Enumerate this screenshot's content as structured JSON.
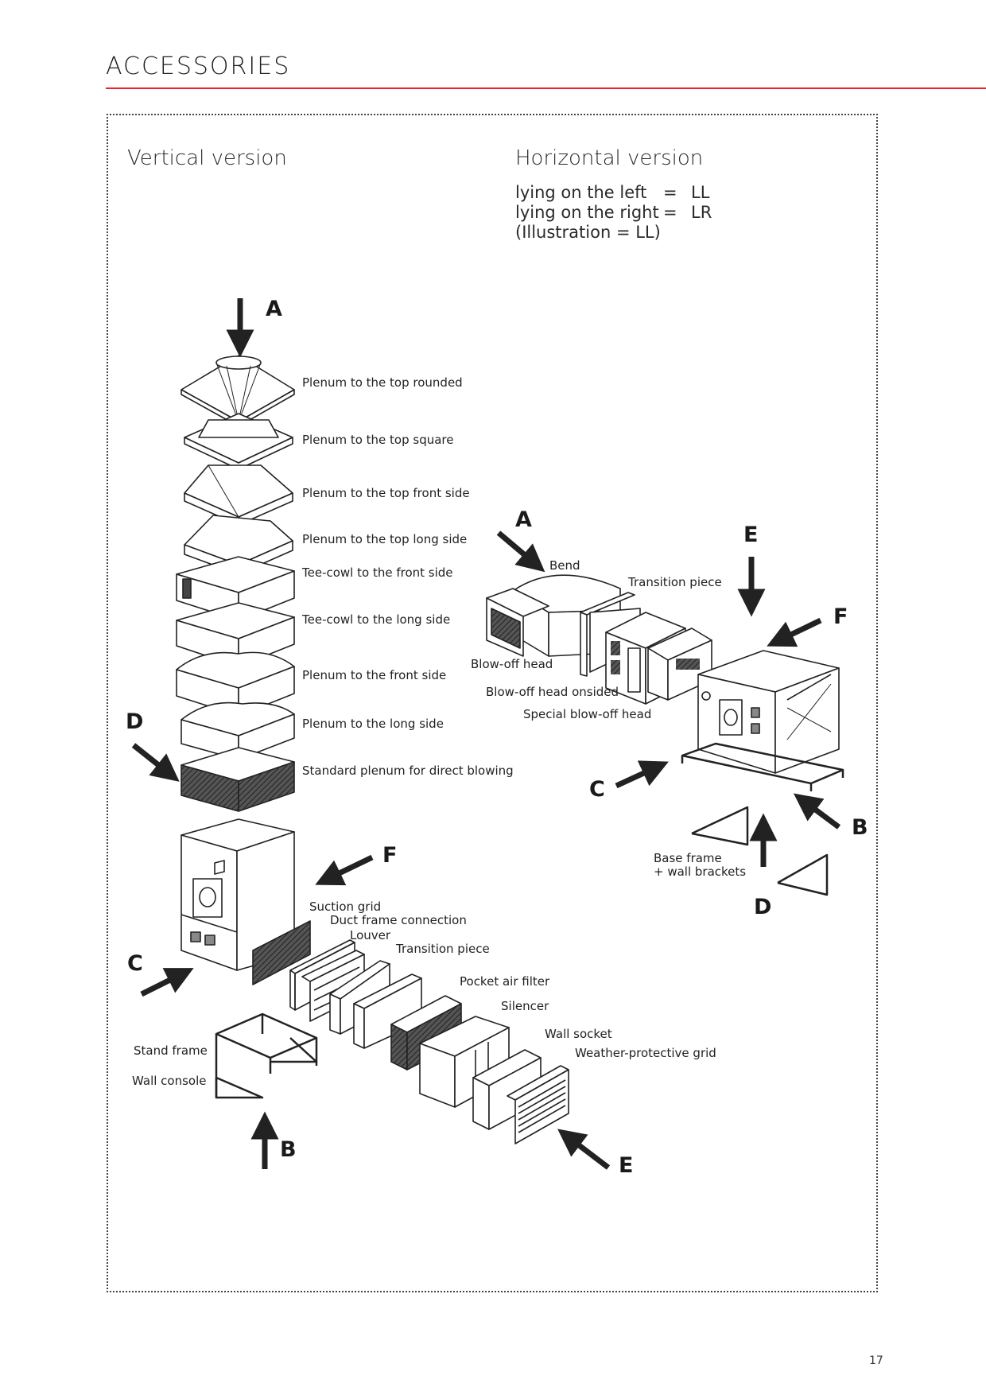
{
  "header": {
    "title": "ACCESSORIES",
    "rule_color": "#e8262a"
  },
  "vertical": {
    "heading": "Vertical version",
    "labels": {
      "plenum_top_rounded": "Plenum to the top rounded",
      "plenum_top_square": "Plenum to the top square",
      "plenum_top_front": "Plenum to the top front side",
      "plenum_top_long": "Plenum to the top long side",
      "tee_cowl_front": "Tee-cowl to the front side",
      "tee_cowl_long": "Tee-cowl to the long side",
      "plenum_front": "Plenum to the front side",
      "plenum_long": "Plenum to the long side",
      "standard_plenum": "Standard plenum for direct blowing",
      "suction_grid": "Suction grid",
      "duct_frame": "Duct frame connection",
      "louver": "Louver",
      "transition_piece": "Transition piece",
      "pocket_filter": "Pocket air filter",
      "silencer": "Silencer",
      "wall_socket": "Wall socket",
      "weather_grid": "Weather-protective grid",
      "stand_frame": "Stand frame",
      "wall_console": "Wall console"
    },
    "letters": {
      "a": "A",
      "b": "B",
      "c": "C",
      "d": "D",
      "e": "E",
      "f": "F"
    }
  },
  "horizontal": {
    "heading": "Horizontal version",
    "legend": [
      {
        "key": "lying on the left",
        "eq": "=",
        "val": "LL"
      },
      {
        "key": "lying on the right",
        "eq": "=",
        "val": "LR"
      }
    ],
    "note": "(Illustration = LL)",
    "labels": {
      "bend": "Bend",
      "transition_piece": "Transition piece",
      "blow_off_head": "Blow-off head",
      "blow_off_onsided": "Blow-off head onsided",
      "special_blow_off": "Special blow-off head",
      "base_frame_1": "Base frame",
      "base_frame_2": "+ wall brackets"
    },
    "letters": {
      "a": "A",
      "b": "B",
      "c": "C",
      "d": "D",
      "e": "E",
      "f": "F"
    }
  },
  "page_number": "17"
}
